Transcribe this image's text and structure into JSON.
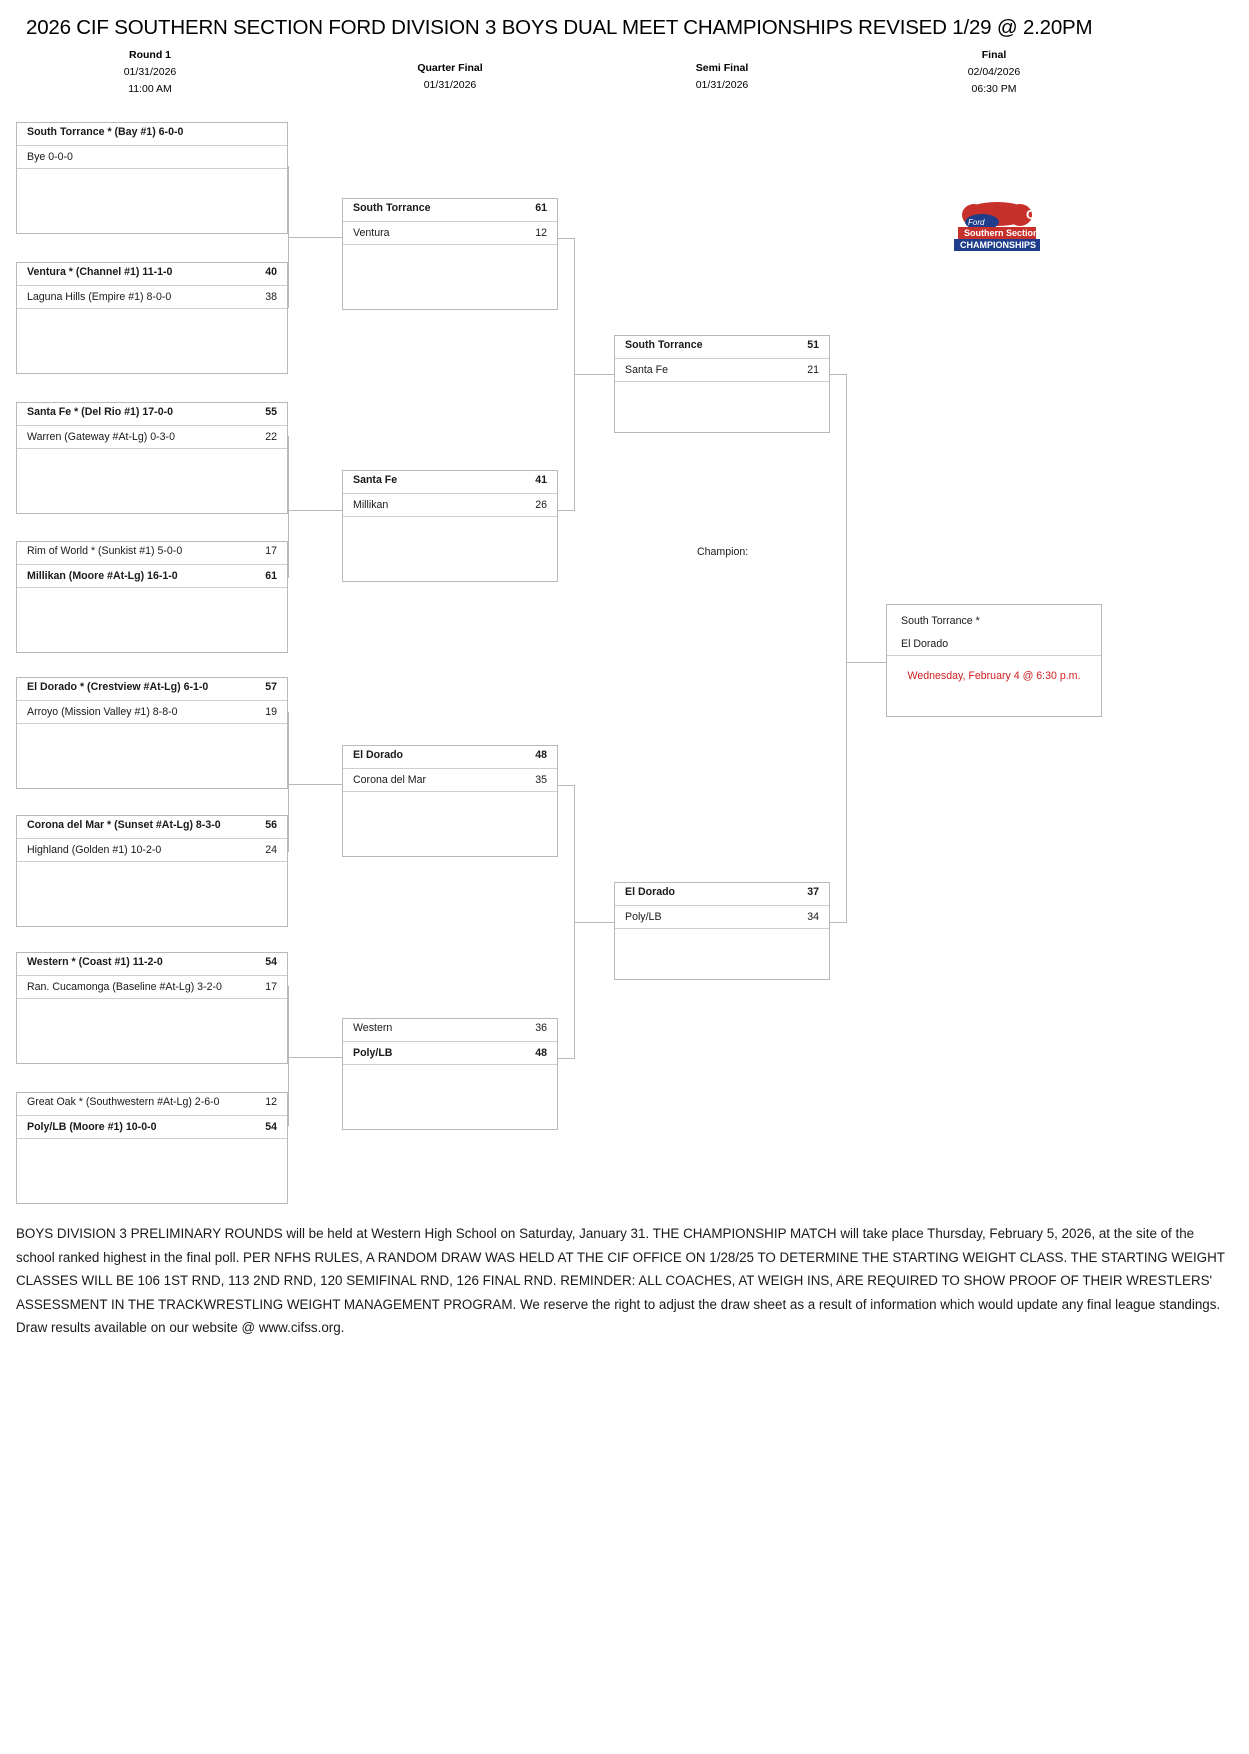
{
  "page": {
    "title": "2026 CIF SOUTHERN SECTION FORD DIVISION 3 BOYS DUAL MEET CHAMPIONSHIPS REVISED 1/29 @ 2.20PM"
  },
  "rounds": [
    {
      "name": "Round 1",
      "date": "01/31/2026",
      "time": "11:00 AM"
    },
    {
      "name": "Quarter Final",
      "date": "01/31/2026",
      "time": ""
    },
    {
      "name": "Semi Final",
      "date": "01/31/2026",
      "time": ""
    },
    {
      "name": "Final",
      "date": "02/04/2026",
      "time": "06:30 PM"
    }
  ],
  "round1": [
    {
      "top": {
        "team": "South Torrance * (Bay #1) 6-0-0",
        "score": "",
        "winner": true
      },
      "bottom": {
        "team": "Bye 0-0-0",
        "score": "",
        "winner": false
      }
    },
    {
      "top": {
        "team": "Ventura * (Channel #1) 11-1-0",
        "score": "40",
        "winner": true
      },
      "bottom": {
        "team": "Laguna Hills (Empire #1) 8-0-0",
        "score": "38",
        "winner": false
      }
    },
    {
      "top": {
        "team": "Santa Fe * (Del Rio #1) 17-0-0",
        "score": "55",
        "winner": true
      },
      "bottom": {
        "team": "Warren (Gateway #At-Lg) 0-3-0",
        "score": "22",
        "winner": false
      }
    },
    {
      "top": {
        "team": "Rim of World * (Sunkist #1) 5-0-0",
        "score": "17",
        "winner": false
      },
      "bottom": {
        "team": "Millikan (Moore #At-Lg) 16-1-0",
        "score": "61",
        "winner": true
      }
    },
    {
      "top": {
        "team": "El Dorado * (Crestview #At-Lg) 6-1-0",
        "score": "57",
        "winner": true
      },
      "bottom": {
        "team": "Arroyo (Mission Valley #1) 8-8-0",
        "score": "19",
        "winner": false
      }
    },
    {
      "top": {
        "team": "Corona del Mar * (Sunset #At-Lg) 8-3-0",
        "score": "56",
        "winner": true
      },
      "bottom": {
        "team": "Highland (Golden #1) 10-2-0",
        "score": "24",
        "winner": false
      }
    },
    {
      "top": {
        "team": "Western * (Coast #1) 11-2-0",
        "score": "54",
        "winner": true
      },
      "bottom": {
        "team": "Ran. Cucamonga (Baseline #At-Lg) 3-2-0",
        "score": "17",
        "winner": false
      }
    },
    {
      "top": {
        "team": "Great Oak * (Southwestern #At-Lg) 2-6-0",
        "score": "12",
        "winner": false
      },
      "bottom": {
        "team": "Poly/LB (Moore #1) 10-0-0",
        "score": "54",
        "winner": true
      }
    }
  ],
  "quarterfinals": [
    {
      "top": {
        "team": "South Torrance",
        "score": "61",
        "winner": true
      },
      "bottom": {
        "team": "Ventura",
        "score": "12",
        "winner": false
      }
    },
    {
      "top": {
        "team": "Santa Fe",
        "score": "41",
        "winner": true
      },
      "bottom": {
        "team": "Millikan",
        "score": "26",
        "winner": false
      }
    },
    {
      "top": {
        "team": "El Dorado",
        "score": "48",
        "winner": true
      },
      "bottom": {
        "team": "Corona del Mar",
        "score": "35",
        "winner": false
      }
    },
    {
      "top": {
        "team": "Western",
        "score": "36",
        "winner": false
      },
      "bottom": {
        "team": "Poly/LB",
        "score": "48",
        "winner": true
      }
    }
  ],
  "semifinals": [
    {
      "top": {
        "team": "South Torrance",
        "score": "51",
        "winner": true
      },
      "bottom": {
        "team": "Santa Fe",
        "score": "21",
        "winner": false
      }
    },
    {
      "top": {
        "team": "El Dorado",
        "score": "37",
        "winner": true
      },
      "bottom": {
        "team": "Poly/LB",
        "score": "34",
        "winner": false
      }
    }
  ],
  "final": {
    "champion_label": "Champion:",
    "top": "South Torrance *",
    "bottom": "El Dorado",
    "date_note": "Wednesday, February 4 @ 6:30 p.m.",
    "date_color": "#d02020"
  },
  "logo": {
    "alt": "cif-southern-section-ford-championships-logo",
    "line1": "CIF",
    "line2": "Ford",
    "line3": "Southern Section",
    "line4": "CHAMPIONSHIPS"
  },
  "footer": {
    "text": "BOYS DIVISION 3 PRELIMINARY ROUNDS will be held at Western High School on Saturday, January 31. THE CHAMPIONSHIP MATCH will take place Thursday, February 5, 2026, at the site of the school ranked highest in the final poll. PER NFHS RULES, A RANDOM DRAW WAS HELD AT THE CIF OFFICE ON 1/28/25 TO DETERMINE THE STARTING WEIGHT CLASS. THE STARTING WEIGHT CLASSES WILL BE 106 1ST RND, 113 2ND RND, 120 SEMIFINAL RND, 126 FINAL RND. REMINDER: ALL COACHES, AT WEIGH INS, ARE REQUIRED TO SHOW PROOF OF THEIR WRESTLERS' ASSESSMENT IN THE TRACKWRESTLING WEIGHT MANAGEMENT PROGRAM. We reserve the right to adjust the draw sheet as a result of information which would update any final league standings. Draw results available on our website @ www.cifss.org."
  }
}
